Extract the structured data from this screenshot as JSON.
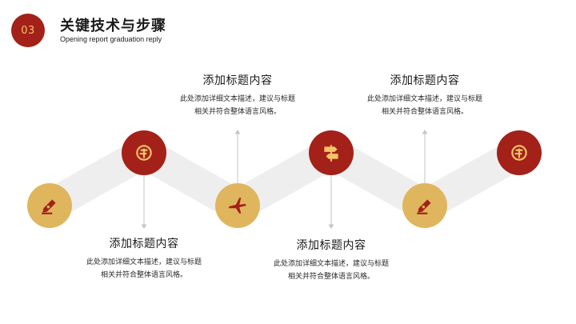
{
  "header": {
    "number": "03",
    "title": "关键技术与步骤",
    "subtitle": "Opening report graduation reply"
  },
  "colors": {
    "red": "#a32118",
    "gold": "#dfb65d",
    "band": "#eeeeee",
    "icon_on_red": "#f4c36a",
    "icon_on_gold": "#a32118"
  },
  "nodes": [
    {
      "icon": "signpost-sign-icon",
      "color": "gold"
    },
    {
      "icon": "signpost-sign-icon",
      "color": "red"
    },
    {
      "icon": "airplane-icon",
      "color": "gold"
    },
    {
      "icon": "direction-sign-icon",
      "color": "red"
    },
    {
      "icon": "pen-nib-icon",
      "color": "gold"
    },
    {
      "icon": "signpost-sign-icon",
      "color": "red"
    }
  ],
  "items": [
    {
      "title": "添加标题内容",
      "desc": "此处添加详细文本描述，建议与标题相关并符合整体语言风格。"
    },
    {
      "title": "添加标题内容",
      "desc": "此处添加详细文本描述，建议与标题相关并符合整体语言风格。"
    },
    {
      "title": "添加标题内容",
      "desc": "此处添加详细文本描述，建议与标题相关并符合整体语言风格。"
    },
    {
      "title": "添加标题内容",
      "desc": "此处添加详细文本描述，建议与标题相关并符合整体语言风格。"
    }
  ]
}
